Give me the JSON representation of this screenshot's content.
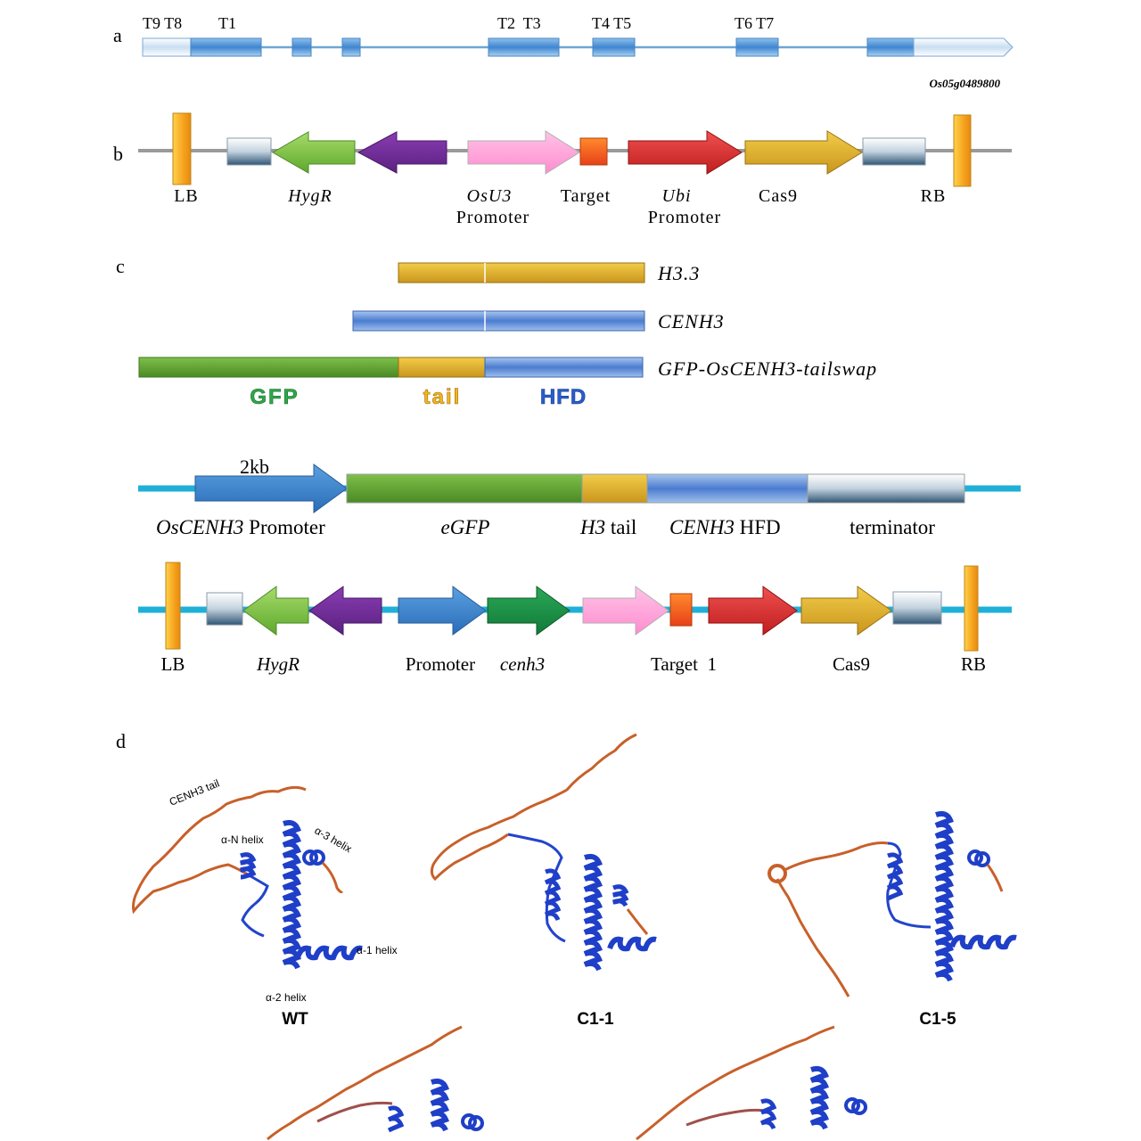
{
  "panel_labels": {
    "a": "a",
    "b": "b",
    "c": "c",
    "d": "d"
  },
  "panel_a": {
    "targets": {
      "t9t8": "T9 T8",
      "t1": "T1",
      "t2t3": "T2  T3",
      "t4t5": "T4 T5",
      "t6t7": "T6 T7"
    },
    "gene_id": "Os05g0489800"
  },
  "panel_b": {
    "lb": "LB",
    "hygr": "HygR",
    "osu3": "OsU3",
    "promoter1": "Promoter",
    "target": "Target",
    "ubi": "Ubi",
    "promoter2": "Promoter",
    "cas9": "Cas9",
    "rb": "RB"
  },
  "panel_c": {
    "h33": "H3.3",
    "cenh3": "CENH3",
    "tailswap": "GFP-OsCENH3-tailswap",
    "gfp": "GFP",
    "tail": "tail",
    "hfd": "HFD",
    "scale": "2kb",
    "construct_labels": {
      "promoter_italic": "OsCENH3",
      "promoter_rest": " Promoter",
      "egfp": "eGFP",
      "h3tail_italic": "H3",
      "h3tail_rest": " tail",
      "hfd_italic": "CENH3",
      "hfd_rest": " HFD",
      "terminator": "terminator"
    },
    "vector_labels": {
      "lb": "LB",
      "hygr": "HygR",
      "promoter": "Promoter",
      "cenh3": "cenh3",
      "target": "Target  1",
      "cas9": "Cas9",
      "rb": "RB"
    }
  },
  "panel_d": {
    "annotations": {
      "cenh3_tail": "CENH3 tail",
      "an_helix": "α-N helix",
      "a3_helix": "α-3 helix",
      "a1_helix": "α-1 helix",
      "a2_helix": "α-2 helix"
    },
    "structures": {
      "wt": "WT",
      "c11": "C1-1",
      "c15": "C1-5"
    }
  }
}
